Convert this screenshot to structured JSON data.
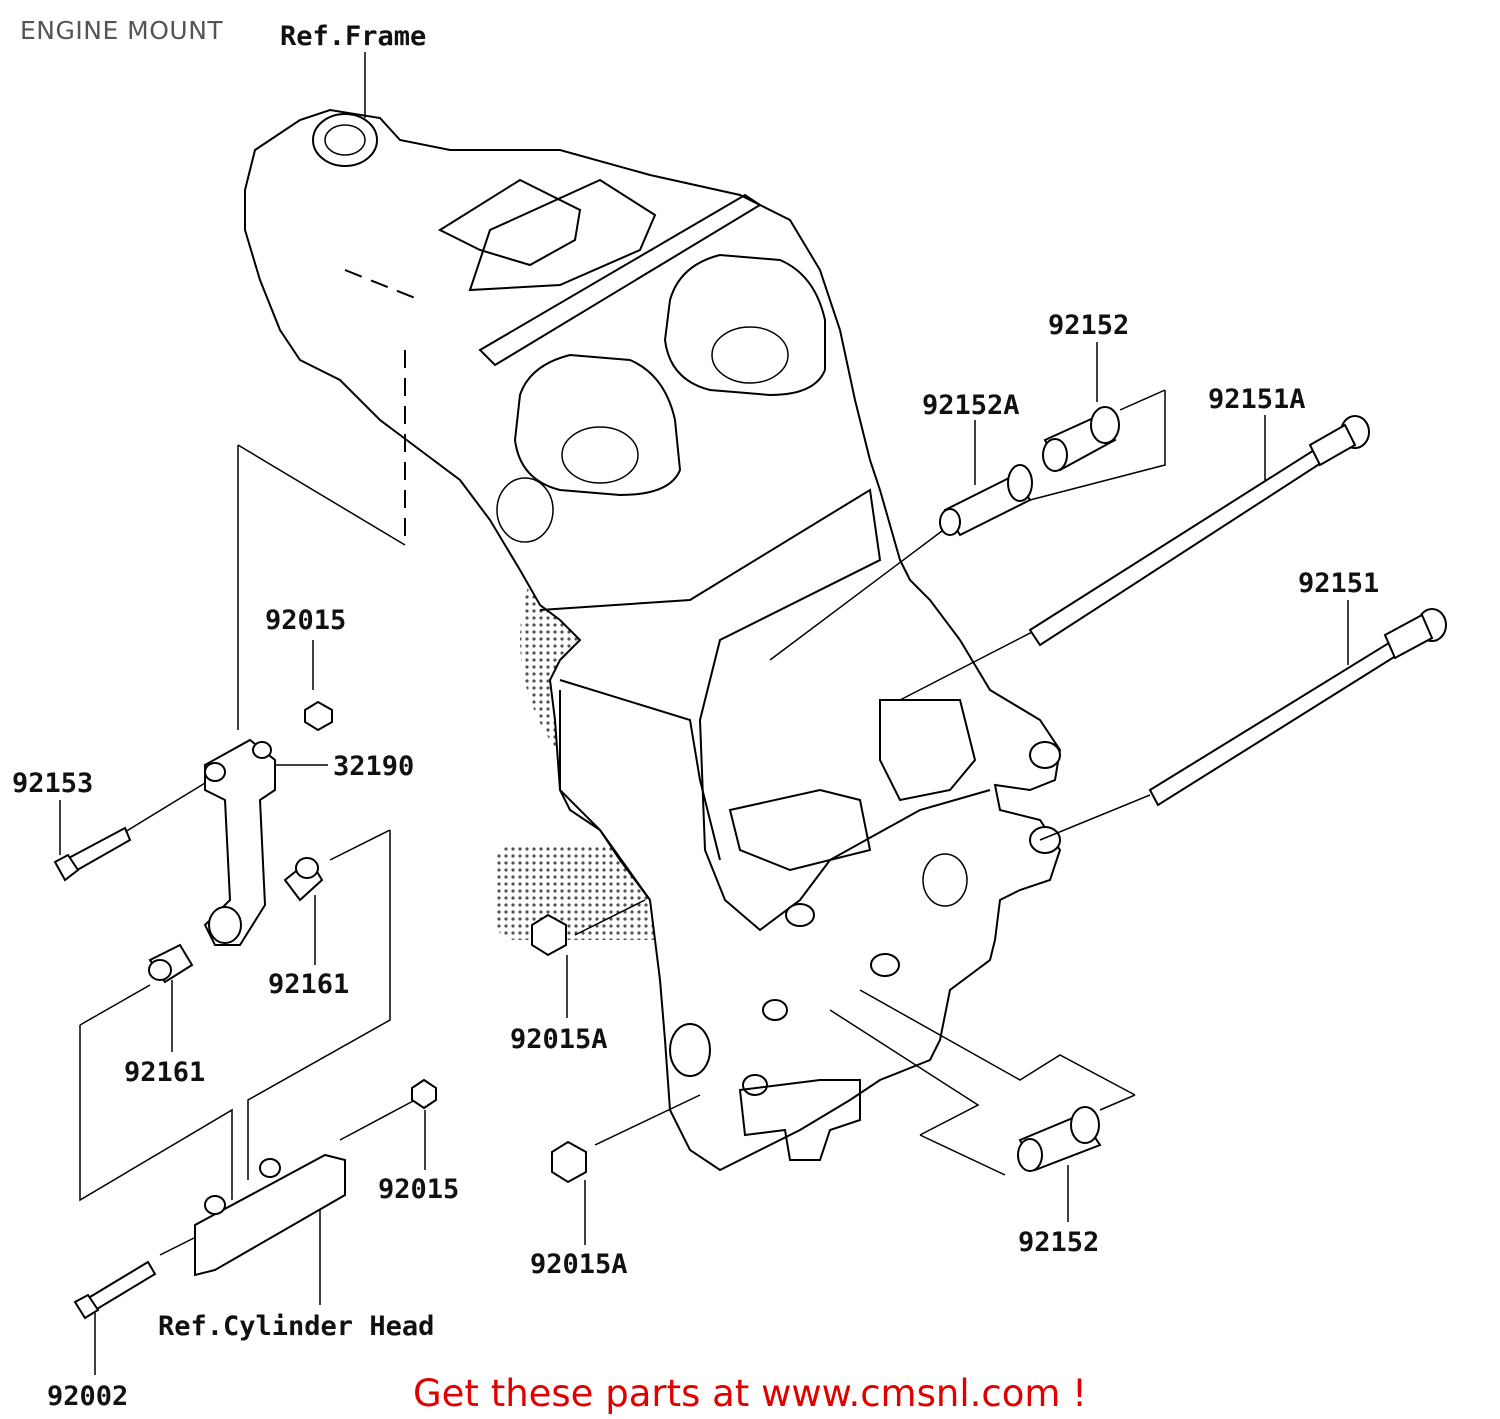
{
  "page": {
    "title": "ENGINE MOUNT"
  },
  "footer": {
    "text": "Get these parts at www.cmsnl.com !",
    "color": "#e00000"
  },
  "parts": {
    "ref_frame": "Ref.Frame",
    "p92152_top": "92152",
    "p92152a": "92152A",
    "p92151a": "92151A",
    "p92151": "92151",
    "p92015_top": "92015",
    "p32190": "32190",
    "p92153": "92153",
    "p92161_right": "92161",
    "p92161_left": "92161",
    "p92015a_mid": "92015A",
    "p92015_lower": "92015",
    "p92015a_low": "92015A",
    "p92152_bottom": "92152",
    "ref_cylinder_head": "Ref.Cylinder Head",
    "p92002": "92002"
  }
}
